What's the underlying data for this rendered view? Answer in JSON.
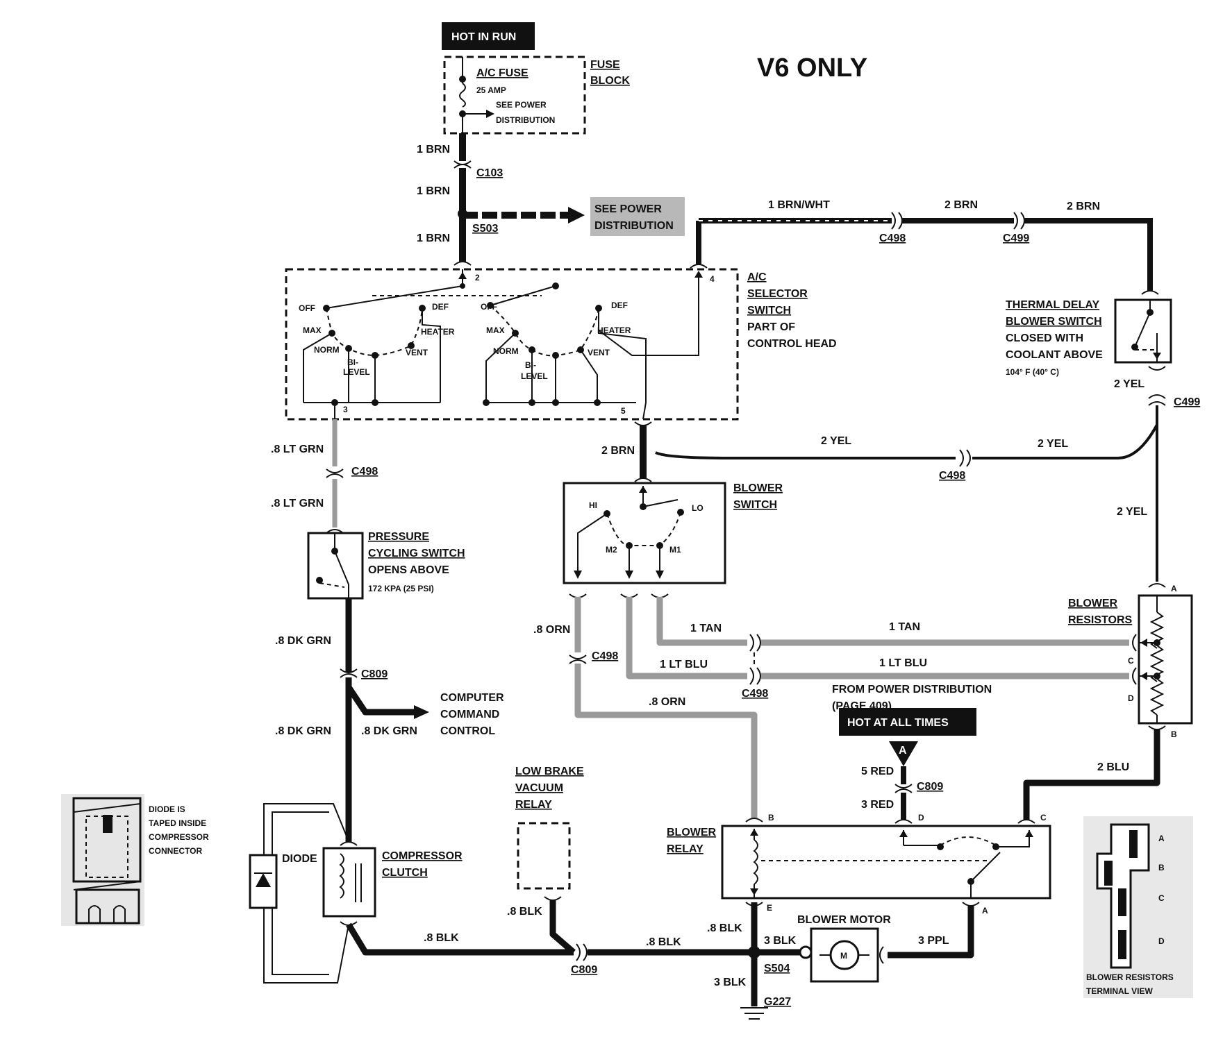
{
  "title": "V6 ONLY",
  "banners": {
    "hot_in_run": "HOT IN RUN",
    "hot_at_all_times": "HOT AT ALL TIMES",
    "splice_a": "A"
  },
  "fuse_block": {
    "label_1": "FUSE",
    "label_2": "BLOCK",
    "fuse_name": "A/C FUSE",
    "rating": "25 AMP",
    "see_1": "SEE POWER",
    "see_2": "DISTRIBUTION"
  },
  "see_power_1": "SEE POWER",
  "see_power_2": "DISTRIBUTION",
  "selector_switch": {
    "l1": "A/C",
    "l2": "SELECTOR",
    "l3": "SWITCH",
    "l4": "PART OF",
    "l5": "CONTROL HEAD",
    "positions": {
      "off": "OFF",
      "def": "DEF",
      "max": "MAX",
      "heater": "HEATER",
      "norm": "NORM",
      "bi": "BI-",
      "level": "LEVEL",
      "vent": "VENT"
    },
    "pins": {
      "p2": "2",
      "p3": "3",
      "p4": "4",
      "p5": "5"
    }
  },
  "thermal_delay": {
    "l1": "THERMAL DELAY",
    "l2": "BLOWER SWITCH",
    "l3": "CLOSED WITH",
    "l4": "COOLANT ABOVE",
    "l5": "104° F (40° C)"
  },
  "blower_switch": {
    "l1": "BLOWER",
    "l2": "SWITCH",
    "hi": "HI",
    "lo": "LO",
    "m1": "M1",
    "m2": "M2"
  },
  "pressure_switch": {
    "l1": "PRESSURE",
    "l2": "CYCLING SWITCH",
    "l3": "OPENS ABOVE",
    "l4": "172 KPA (25 PSI)"
  },
  "computer_control": {
    "l1": "COMPUTER",
    "l2": "COMMAND",
    "l3": "CONTROL"
  },
  "blower_resistors": {
    "l1": "BLOWER",
    "l2": "RESISTORS",
    "a": "A",
    "b": "B",
    "c": "C",
    "d": "D"
  },
  "from_power": {
    "l1": "FROM POWER DISTRIBUTION",
    "l2": "(PAGE 409)"
  },
  "low_brake": {
    "l1": "LOW BRAKE",
    "l2": "VACUUM",
    "l3": "RELAY"
  },
  "blower_relay": {
    "l1": "BLOWER",
    "l2": "RELAY",
    "b": "B",
    "d": "D",
    "c": "C",
    "e": "E",
    "a": "A"
  },
  "blower_motor": {
    "label": "BLOWER MOTOR",
    "m": "M"
  },
  "compressor": {
    "l1": "COMPRESSOR",
    "l2": "CLUTCH"
  },
  "diode": {
    "label": "DIODE"
  },
  "diode_inset": {
    "l1": "DIODE IS",
    "l2": "TAPED INSIDE",
    "l3": "COMPRESSOR",
    "l4": "CONNECTOR"
  },
  "terminal_view": {
    "l1": "BLOWER RESISTORS",
    "l2": "TERMINAL VIEW",
    "a": "A",
    "b": "B",
    "c": "C",
    "d": "D"
  },
  "connectors": {
    "c103": "C103",
    "s503": "S503",
    "c498": "C498",
    "c499": "C499",
    "c809": "C809",
    "s504": "S504",
    "g227": "G227"
  },
  "wires": {
    "brn1": "1 BRN",
    "brnwht1": "1 BRN/WHT",
    "brn2": "2 BRN",
    "yel2": "2 YEL",
    "ltgrn08": ".8 LT GRN",
    "dkgrn08": ".8 DK GRN",
    "orn08": ".8 ORN",
    "tan1": "1 TAN",
    "ltblu1": "1 LT BLU",
    "red5": "5 RED",
    "red3": "3 RED",
    "blu2": "2 BLU",
    "blk08": ".8 BLK",
    "blk3": "3 BLK",
    "ppl3": "3 PPL"
  }
}
